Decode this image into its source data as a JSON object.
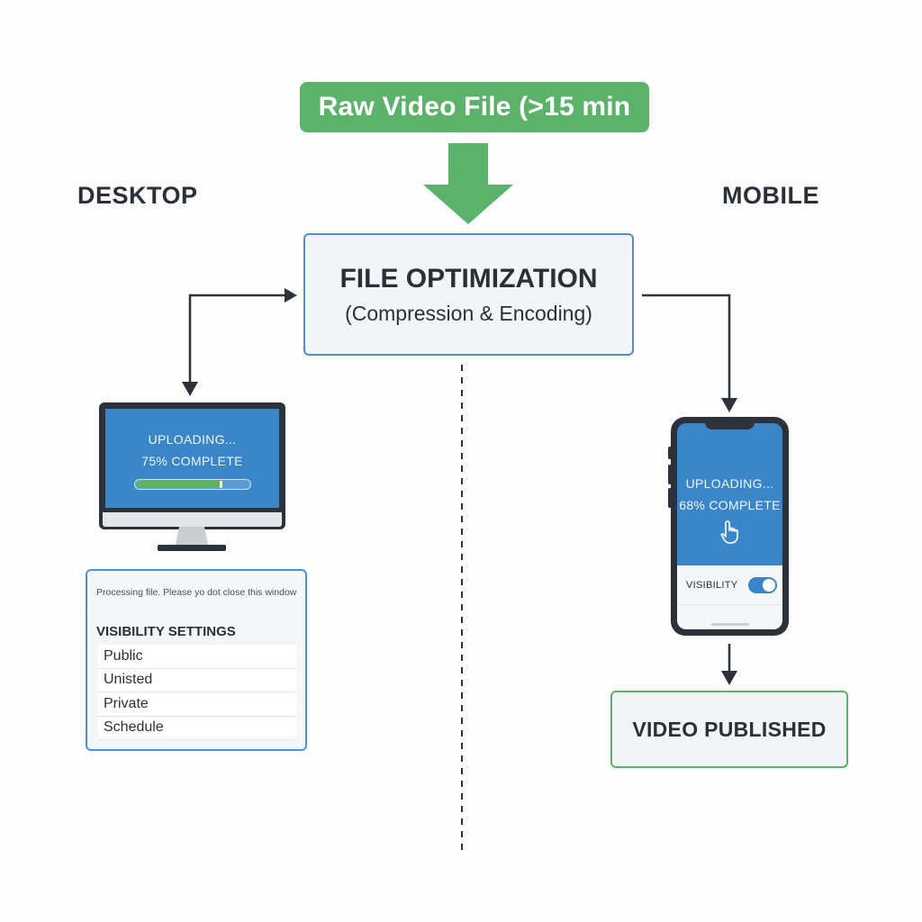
{
  "source": {
    "label": "Raw Video File (>15 min"
  },
  "columns": {
    "desktop": "DESKTOP",
    "mobile": "MOBILE"
  },
  "optimization": {
    "title": "FILE OPTIMIZATION",
    "subtitle": "(Compression & Encoding)"
  },
  "desktop": {
    "status": "UPLOADING...",
    "progress_label": "75% COMPLETE",
    "progress": 0.75,
    "processing_message": "Processing file. Please yo dot close this window",
    "settings_title": "VISIBILITY SETTINGS",
    "options": [
      "Public",
      "Unisted",
      "Private",
      "Schedule"
    ]
  },
  "mobile": {
    "status": "UPLOADING...",
    "progress_label": "68% COMPLETE",
    "visibility_label": "VISIBILITY",
    "visibility_on": true,
    "icon": "hand-pointer-icon"
  },
  "result": {
    "label": "VIDEO PUBLISHED"
  },
  "colors": {
    "green": "#5cb26a",
    "blue": "#3a86c8",
    "border_blue": "#4f8fd6",
    "dark": "#2d3139"
  }
}
